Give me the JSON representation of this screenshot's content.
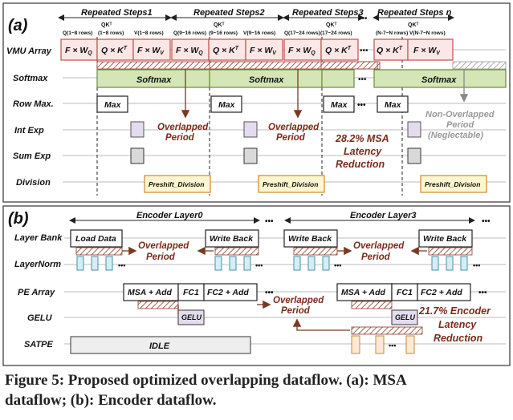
{
  "panel_a": {
    "label": "(a)",
    "steps": [
      "Repeated Steps1",
      "Repeated Steps2",
      "Repeated Steps3",
      "Repeated Steps n"
    ],
    "qkt": "QKᵀ",
    "sub_labels_step1": [
      "Q(1~8 rows)",
      "(1~8 rows)",
      "V(1~8 rows)"
    ],
    "sub_labels_step2": [
      "Q(9~16 rows)",
      "(9~16 rows)",
      "V(9~16 rows)"
    ],
    "sub_labels_step3": [
      "Q(17~24 rows)",
      "(17~24 rows)"
    ],
    "sub_labels_stepn": [
      "(N-7~N rows)",
      "V(N-7~N rows)"
    ],
    "rows": [
      "VMU Array",
      "Softmax",
      "Row Max.",
      "Int Exp",
      "Sum Exp",
      "Division"
    ],
    "ops": {
      "fwq": "F × W",
      "qk": "Q × K",
      "fwv": "F × W",
      "sub_q": "Q",
      "sub_v": "V",
      "sup_t": "T"
    },
    "softmax": "Softmax",
    "max": "Max",
    "preshift": "Preshift_Division",
    "overlapped": [
      "Overlapped",
      "Period"
    ],
    "non_overlapped": [
      "Non-Overlapped",
      "Period",
      "(Neglectable)"
    ],
    "reduction": [
      "28.2% MSA",
      "Latency",
      "Reduction"
    ],
    "ellipsis": "•••"
  },
  "panel_b": {
    "label": "(b)",
    "layers": [
      "Encoder Layer0",
      "Encoder Layer3"
    ],
    "rows": [
      "Layer Bank",
      "LayerNorm",
      "PE Array",
      "GELU",
      "SATPE"
    ],
    "load_data": "Load Data",
    "write_back": "Write Back",
    "msa_add": "MSA + Add",
    "fc1": "FC1",
    "fc2_add": "FC2 + Add",
    "gelu": "GELU",
    "idle": "IDLE",
    "overlapped": [
      "Overlapped",
      "Period"
    ],
    "reduction": [
      "21.7% Encoder",
      "Latency",
      "Reduction"
    ],
    "ellipsis": "•••"
  },
  "caption": {
    "line1": "Figure 5: Proposed optimized overlapping dataflow. (a): MSA",
    "line2": "dataflow; (b): Encoder dataflow."
  },
  "colors": {
    "pink": "#fde6e6",
    "red_border": "#c0504d",
    "green": "#d4e6b5",
    "green_border": "#6a8c3a",
    "purple": "#e4dcee",
    "gray": "#d9d9d9",
    "yellow": "#fef6d0",
    "orange_border": "#c88a2b",
    "blue": "#d5eef5",
    "blue_border": "#4a90a8",
    "arrow": "#7a3a20",
    "reduction_text": "#7a2a1a"
  }
}
